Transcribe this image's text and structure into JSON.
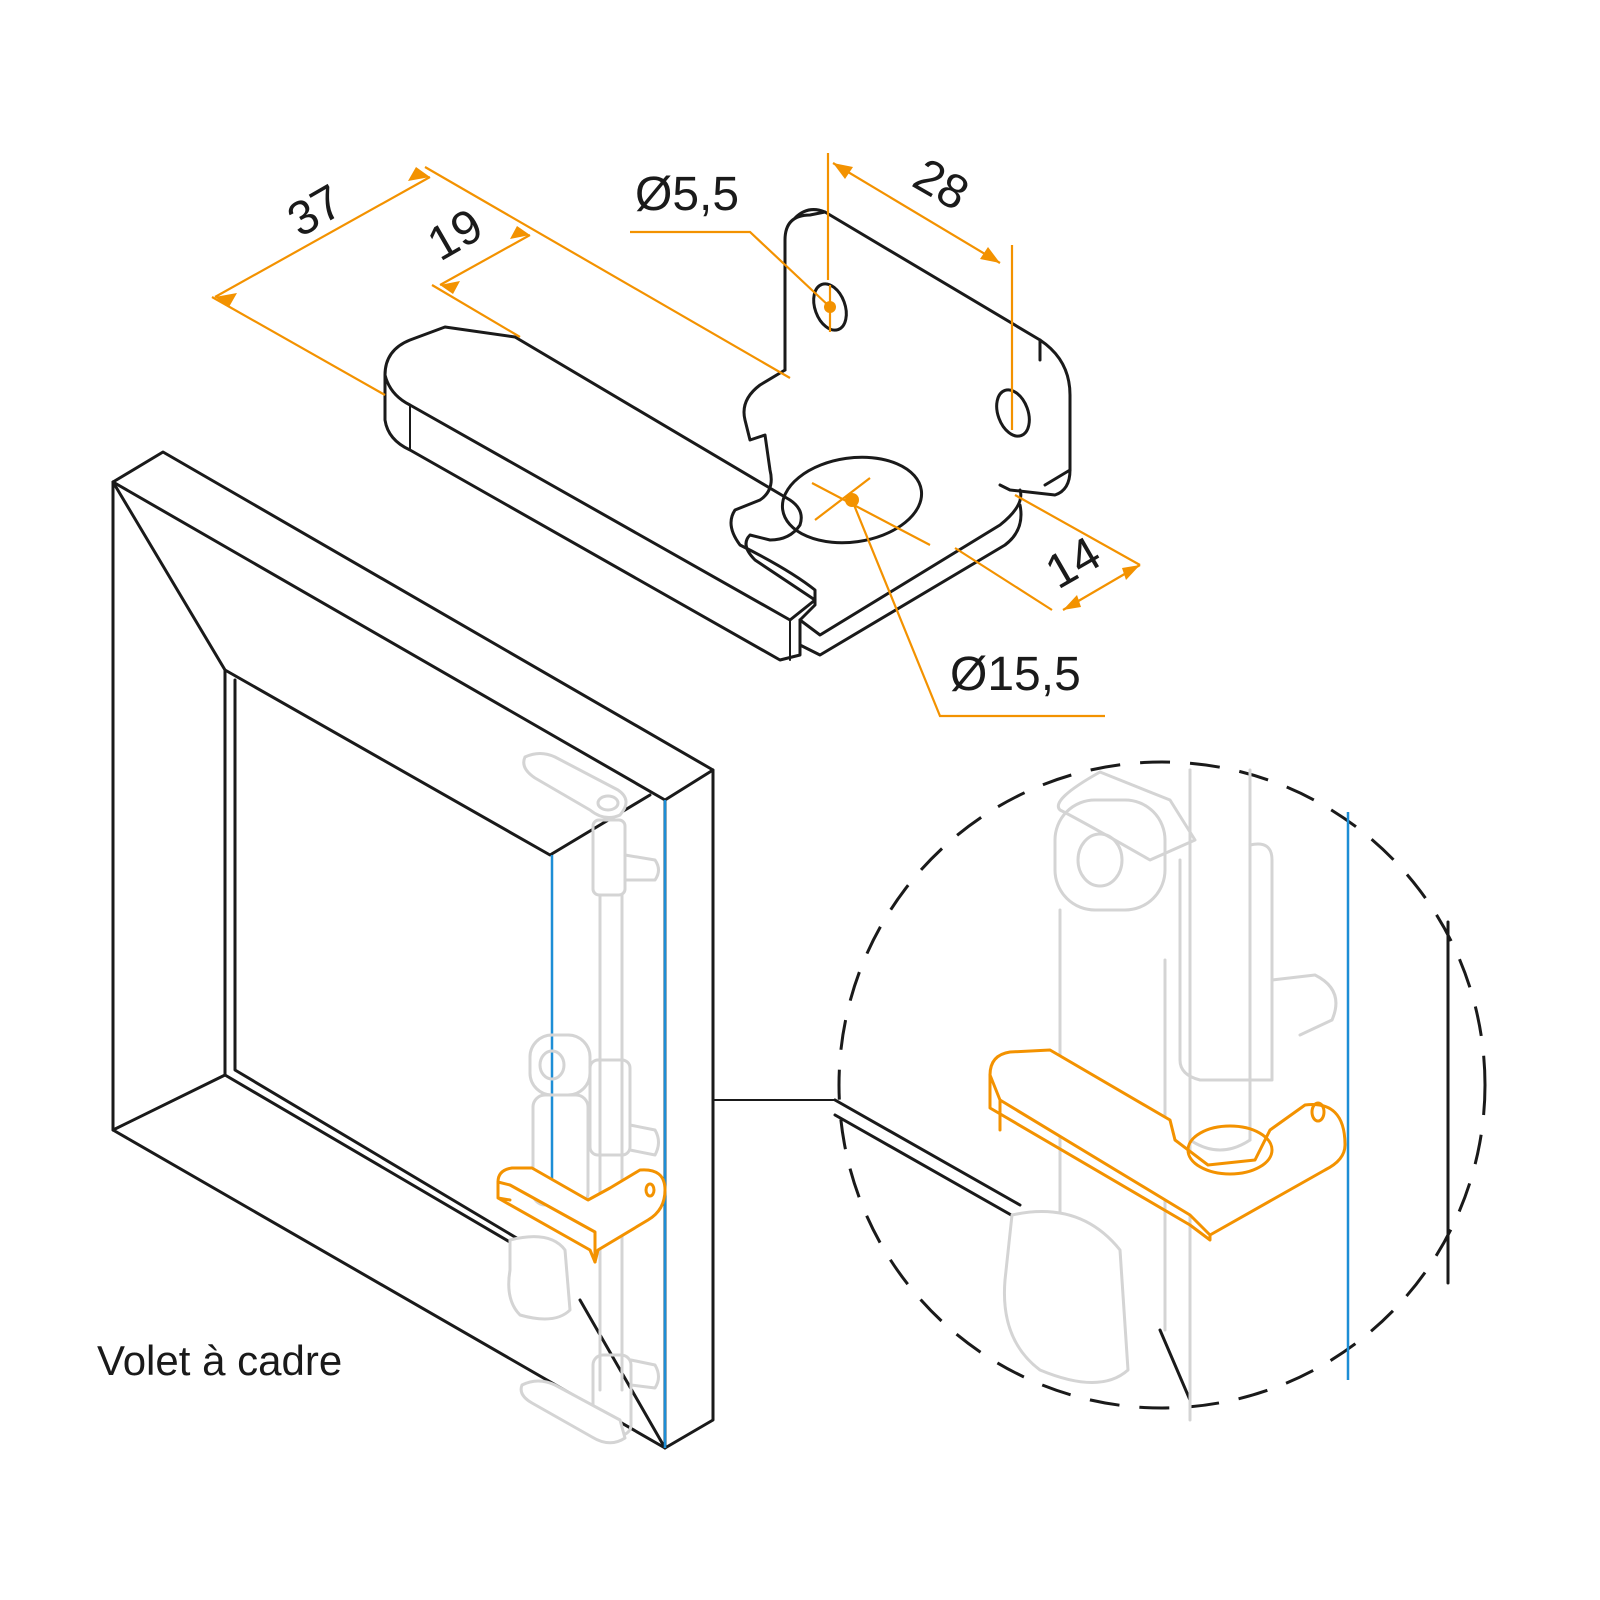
{
  "dimensions": {
    "d37": "37",
    "d19": "19",
    "hole_small": "Ø5,5",
    "d28": "28",
    "d14": "14",
    "hole_large": "Ø15,5"
  },
  "caption": "Volet à cadre",
  "colors": {
    "ink": "#1a1a1a",
    "dimension": "#f39200",
    "highlight": "#f39200",
    "ghost": "#d4d4d4",
    "edge_blue": "#1d8ed6"
  }
}
